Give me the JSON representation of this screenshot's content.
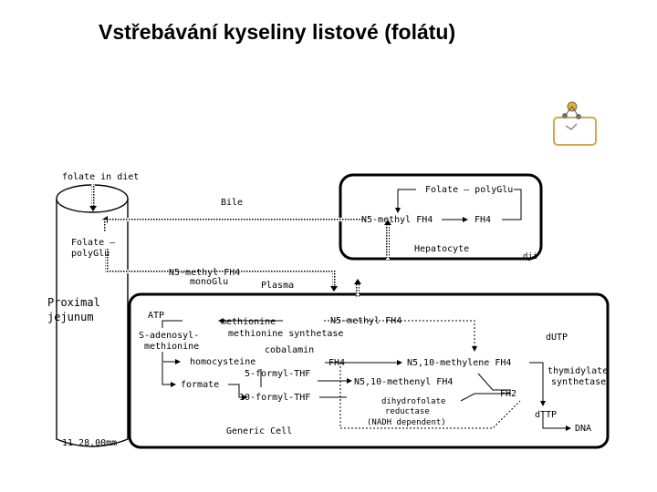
{
  "slide": {
    "title": "Vstřebávání kyseliny listové (folátu)"
  },
  "diagram": {
    "folate_in_diet": "folate in diet",
    "bile": "Bile",
    "folate_polyglu_left_1": "Folate –",
    "folate_polyglu_left_2": "polyGlu",
    "n5_monoglu_1": "N5-methyl FH4",
    "n5_monoglu_2": "monoGlu",
    "plasma": "Plasma",
    "proximal_1": "Proximal",
    "proximal_2": "jejunum",
    "scale": "11.28.00mm",
    "hepatocyte": {
      "folate_polyglu": "Folate – polyGlu",
      "n5_methyl": "N5-methyl FH4",
      "fh4": "FH4",
      "label": "Hepatocyte",
      "corner": "dji"
    },
    "cell": {
      "atp": "ATP",
      "methionine": "methionine",
      "n5_methyl": "N5-methyl FH4",
      "sam_1": "S-adenosyl-",
      "sam_2": "methionine",
      "synthetase": "methionine synthetase",
      "cobalamin": "cobalamin",
      "dutp": "dUTP",
      "homocysteine": "homocysteine",
      "fh4": "FH4",
      "methylene": "N5,10-methylene FH4",
      "thymidylate_1": "thymidylate",
      "thymidylate_2": "synthetase",
      "formyl5": "5-formyl-THF",
      "formate": "formate",
      "methenyl": "N5,10-methenyl FH4",
      "formyl10": "10-formyl-THF",
      "fh2": "FH2",
      "dhfr_1": "dihydrofolate",
      "dhfr_2": "reductase",
      "dhfr_3": "(NADH dependent)",
      "dttp": "dTTP",
      "dna": "DNA",
      "label": "Generic Cell"
    }
  }
}
